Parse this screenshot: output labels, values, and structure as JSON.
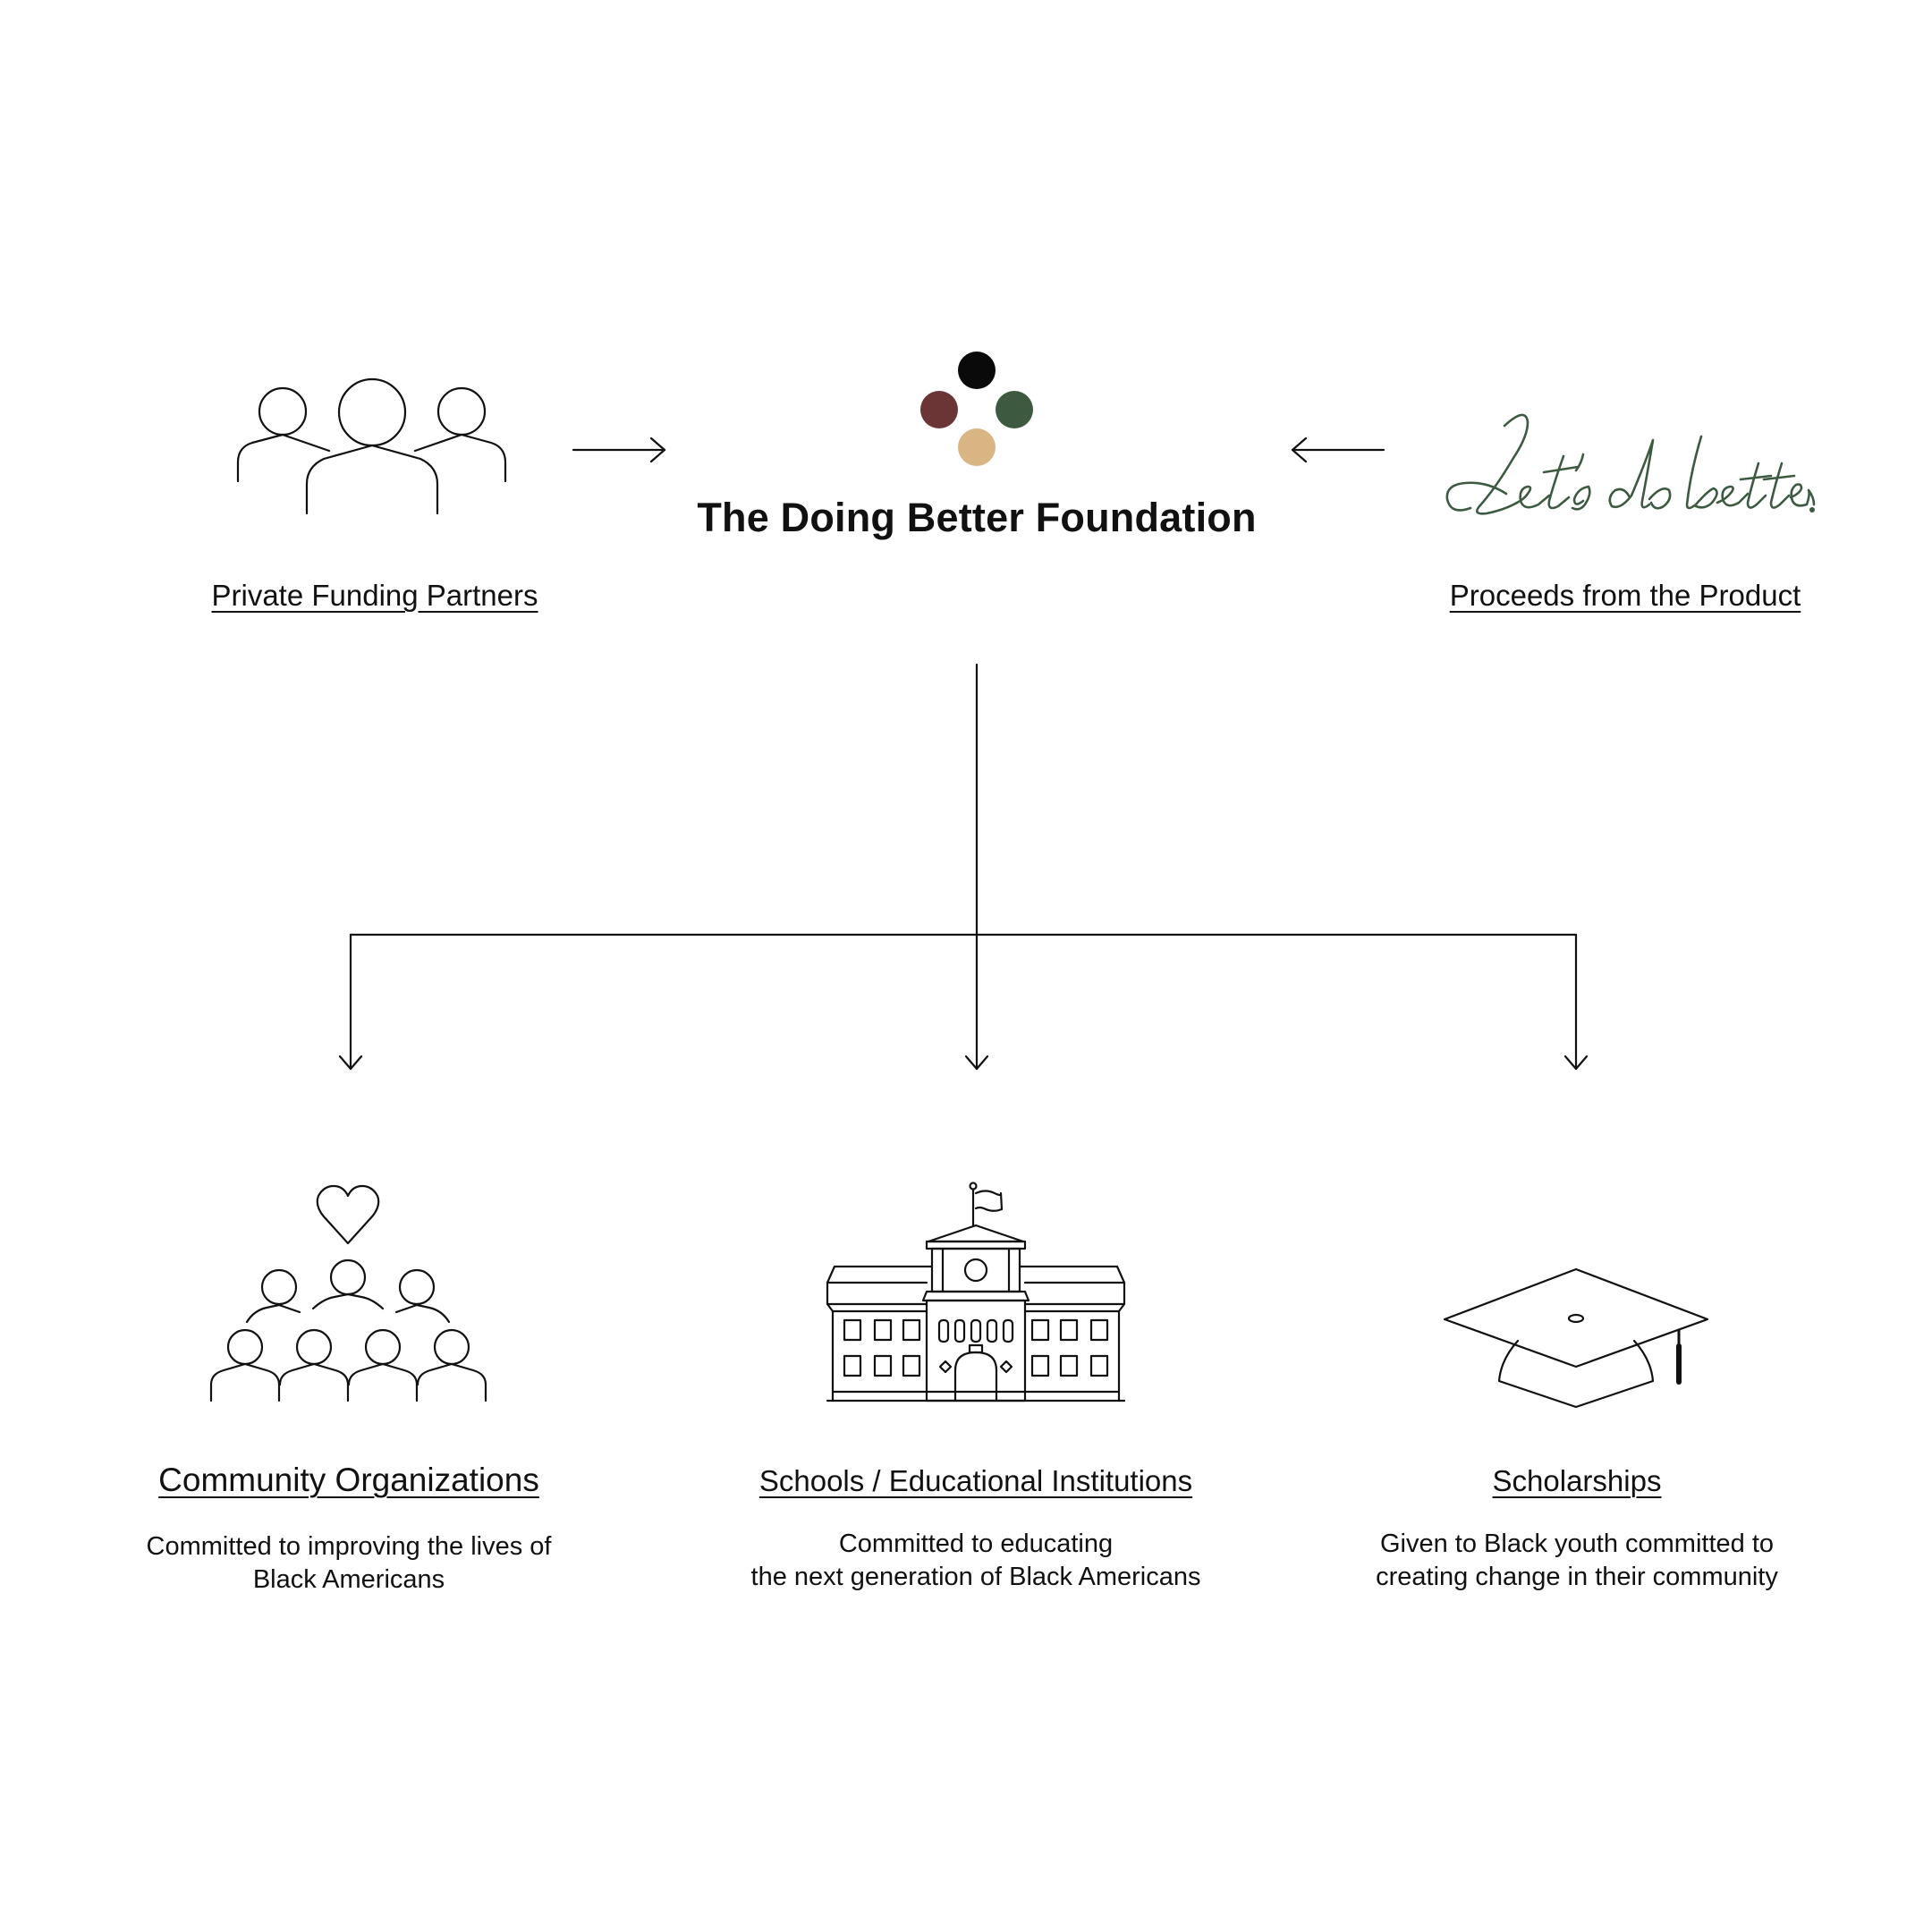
{
  "center": {
    "title": "The Doing Better Foundation",
    "logo_colors": {
      "top": "#0a0a0a",
      "left": "#6b3535",
      "right": "#3d5a40",
      "bottom": "#d9b584"
    }
  },
  "sources": {
    "left": {
      "label": "Private Funding Partners",
      "icon": "people-group-icon"
    },
    "right": {
      "label": "Proceeds from the Product",
      "logo_text": "Let's do better.",
      "logo_color": "#3d5a40"
    }
  },
  "destinations": [
    {
      "label": "Community Organizations",
      "icon": "community-heart-icon",
      "description_line1": "Committed to improving the lives of",
      "description_line2": "Black Americans"
    },
    {
      "label": "Schools / Educational Institutions",
      "icon": "school-building-icon",
      "description_line1": "Committed to educating",
      "description_line2": "the next generation of Black Americans"
    },
    {
      "label": "Scholarships",
      "icon": "graduation-cap-icon",
      "description_line1": "Given to Black youth committed to",
      "description_line2": "creating change in their community"
    }
  ]
}
